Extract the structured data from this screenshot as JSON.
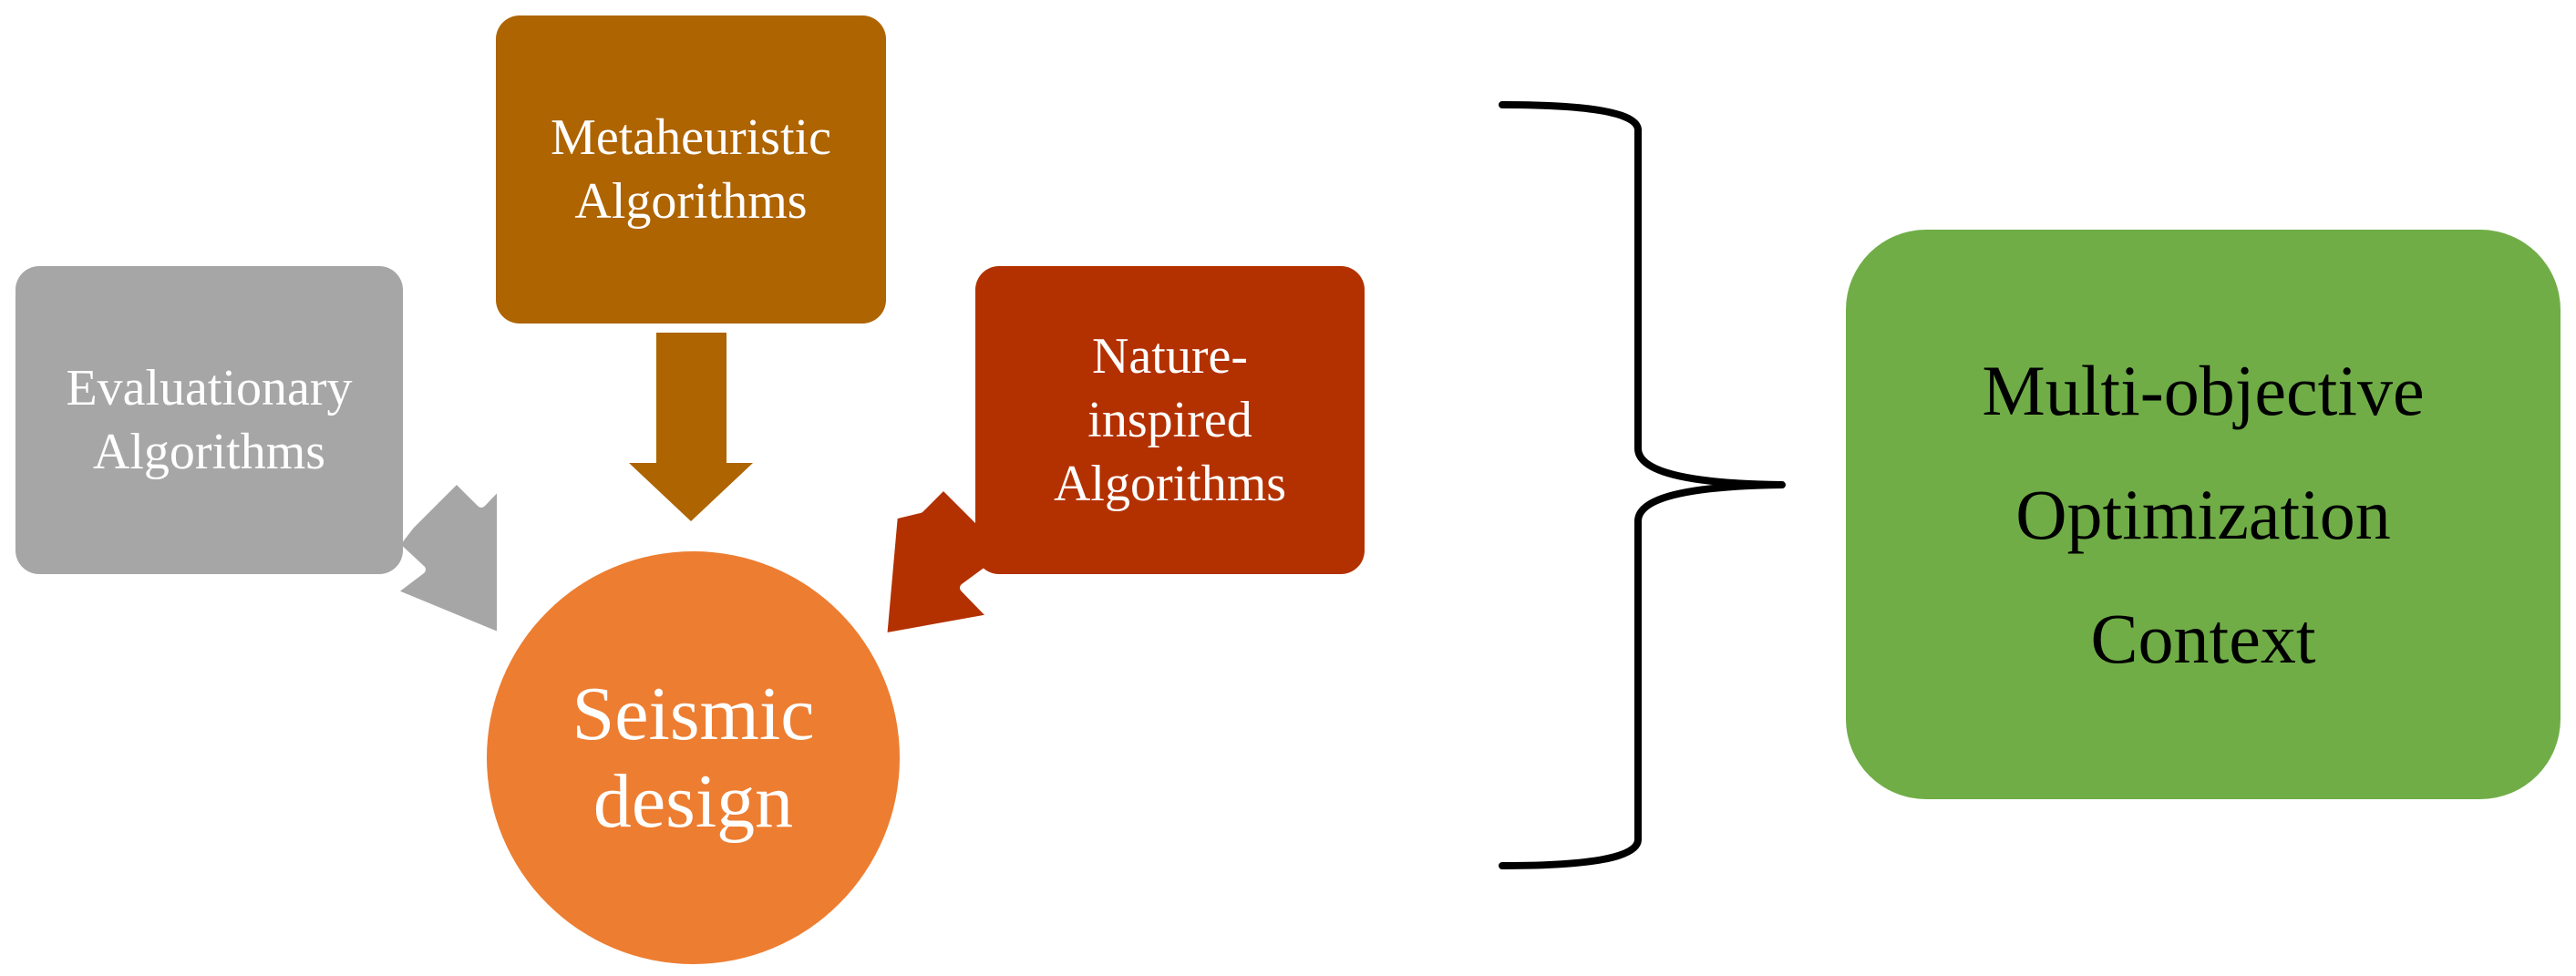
{
  "diagram": {
    "nodes": {
      "evolutionary": "Evaluationary\nAlgorithms",
      "metaheuristic": "Metaheuristic\nAlgorithms",
      "nature": "Nature-\ninspired\nAlgorithms",
      "seismic": "Seismic\ndesign",
      "moo": "Multi-objective\nOptimization\nContext"
    },
    "colors": {
      "evolutionary": "#a6a6a6",
      "metaheuristic": "#ae6400",
      "nature": "#b33100",
      "seismic": "#ed7d31",
      "moo": "#70ad47",
      "brace": "#000000"
    }
  }
}
